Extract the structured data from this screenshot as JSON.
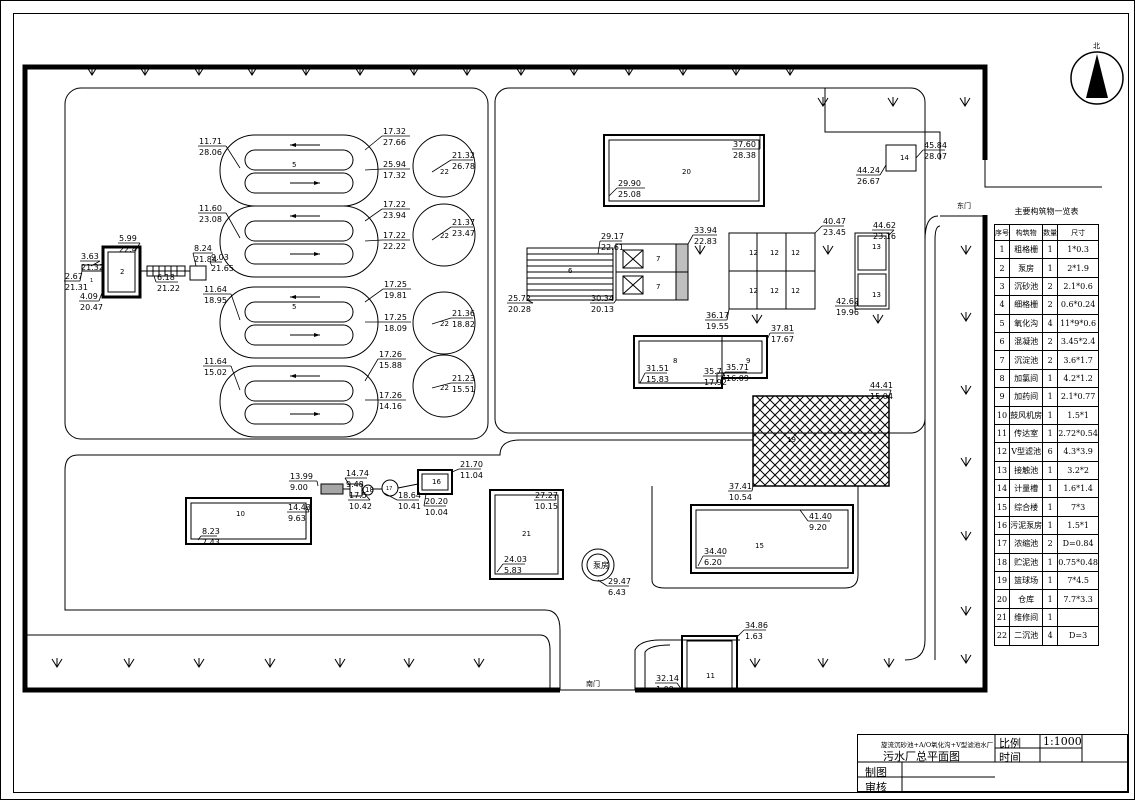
{
  "labels": {
    "gate_east": "东门",
    "gate_south": "南门",
    "north": "北",
    "pump_house": "泵房"
  },
  "building_numbers": [
    "1",
    "2",
    "5",
    "5",
    "6",
    "7",
    "7",
    "8",
    "9",
    "10",
    "11",
    "12",
    "12",
    "12",
    "12",
    "12",
    "12",
    "13",
    "13",
    "14",
    "15",
    "16",
    "17",
    "18",
    "19",
    "20",
    "21",
    "22",
    "22",
    "22",
    "22"
  ],
  "elevations": [
    {
      "a": "11.71",
      "b": "28.06"
    },
    {
      "a": "17.32",
      "b": "27.66"
    },
    {
      "a": "25.94",
      "b": "17.32"
    },
    {
      "a": "21.32",
      "b": "26.78"
    },
    {
      "a": "11.60",
      "b": "23.08"
    },
    {
      "a": "17.22",
      "b": "23.94"
    },
    {
      "a": "17.22",
      "b": "22.22"
    },
    {
      "a": "21.37",
      "b": "23.47"
    },
    {
      "a": "11.64",
      "b": "18.95"
    },
    {
      "a": "17.25",
      "b": "19.81"
    },
    {
      "a": "17.25",
      "b": "18.09"
    },
    {
      "a": "21.36",
      "b": "18.82"
    },
    {
      "a": "11.64",
      "b": "15.02"
    },
    {
      "a": "17.26",
      "b": "15.88"
    },
    {
      "a": "17.26",
      "b": "14.16"
    },
    {
      "a": "21.23",
      "b": "15.51"
    },
    {
      "a": "3.63",
      "b": "21.32"
    },
    {
      "a": "2.67",
      "b": "21.31"
    },
    {
      "a": "4.09",
      "b": "20.47"
    },
    {
      "a": "5.99",
      "b": "22.47"
    },
    {
      "a": "6.18",
      "b": "21.22"
    },
    {
      "a": "8.24",
      "b": "21.84"
    },
    {
      "a": "9.03",
      "b": "21.65"
    },
    {
      "a": "37.60",
      "b": "28.38"
    },
    {
      "a": "29.90",
      "b": "25.08"
    },
    {
      "a": "45.84",
      "b": "28.07"
    },
    {
      "a": "44.24",
      "b": "26.67"
    },
    {
      "a": "29.17",
      "b": "22.61"
    },
    {
      "a": "33.94",
      "b": "22.83"
    },
    {
      "a": "25.72",
      "b": "20.28"
    },
    {
      "a": "30.34",
      "b": "20.13"
    },
    {
      "a": "40.47",
      "b": "23.45"
    },
    {
      "a": "36.17",
      "b": "19.55"
    },
    {
      "a": "44.62",
      "b": "23.16"
    },
    {
      "a": "42.62",
      "b": "19.96"
    },
    {
      "a": "37.81",
      "b": "17.67"
    },
    {
      "a": "35.7",
      "b": "17.92"
    },
    {
      "a": "35.71",
      "b": "16.09"
    },
    {
      "a": "31.51",
      "b": "15.83"
    },
    {
      "a": "44.41",
      "b": "15.04"
    },
    {
      "a": "37.41",
      "b": "10.54"
    },
    {
      "a": "41.40",
      "b": "9.20"
    },
    {
      "a": "34.40",
      "b": "6.20"
    },
    {
      "a": "13.99",
      "b": "9.00"
    },
    {
      "a": "14.74",
      "b": "9.48"
    },
    {
      "a": "17.5",
      "b": "10.42"
    },
    {
      "a": "18.64",
      "b": "10.41"
    },
    {
      "a": "21.70",
      "b": "11.04"
    },
    {
      "a": "20.20",
      "b": "10.04"
    },
    {
      "a": "14.43",
      "b": "9.63"
    },
    {
      "a": "8.23",
      "b": "7.43"
    },
    {
      "a": "27.27",
      "b": "10.15"
    },
    {
      "a": "24.03",
      "b": "5.83"
    },
    {
      "a": "29.47",
      "b": "6.43"
    },
    {
      "a": "34.86",
      "b": "1.63"
    },
    {
      "a": "32.14",
      "b": "1.09"
    }
  ],
  "table": {
    "title": "主要构筑物一览表",
    "headers": [
      "序号",
      "构筑物",
      "数量",
      "尺寸"
    ],
    "rows": [
      [
        "1",
        "粗格栅",
        "1",
        "1*0.3"
      ],
      [
        "2",
        "泵房",
        "1",
        "2*1.9"
      ],
      [
        "3",
        "沉砂池",
        "2",
        "2.1*0.6"
      ],
      [
        "4",
        "细格栅",
        "2",
        "0.6*0.24"
      ],
      [
        "5",
        "氧化沟",
        "4",
        "11*9*0.6"
      ],
      [
        "6",
        "混凝池",
        "2",
        "3.45*2.4"
      ],
      [
        "7",
        "沉淀池",
        "2",
        "3.6*1.7"
      ],
      [
        "8",
        "加氯间",
        "1",
        "4.2*1.2"
      ],
      [
        "9",
        "加药间",
        "1",
        "2.1*0.77"
      ],
      [
        "10",
        "鼓风机房",
        "1",
        "1.5*1"
      ],
      [
        "11",
        "传达室",
        "1",
        "2.72*0.54"
      ],
      [
        "12",
        "V型滤池",
        "6",
        "4.3*3.9"
      ],
      [
        "13",
        "接触池",
        "1",
        "3.2*2"
      ],
      [
        "14",
        "计量槽",
        "1",
        "1.6*1.4"
      ],
      [
        "15",
        "综合楼",
        "1",
        "7*3"
      ],
      [
        "16",
        "污泥泵房",
        "1",
        "1.5*1"
      ],
      [
        "17",
        "浓缩池",
        "2",
        "D=0.84"
      ],
      [
        "18",
        "贮泥池",
        "1",
        "0.75*0.48"
      ],
      [
        "19",
        "篮球场",
        "1",
        "7*4.5"
      ],
      [
        "20",
        "仓库",
        "1",
        "7.7*3.3"
      ],
      [
        "21",
        "维修间",
        "1",
        ""
      ],
      [
        "22",
        "二沉池",
        "4",
        "D=3"
      ]
    ]
  },
  "title_block": {
    "subtitle": "旋流沉砂池+A/O氧化沟+V型滤池水厂",
    "title": "污水厂总平面图",
    "scale_label": "比例",
    "scale_value": "1:1000",
    "time_label": "时间",
    "drawn_label": "制图",
    "checked_label": "审核"
  }
}
